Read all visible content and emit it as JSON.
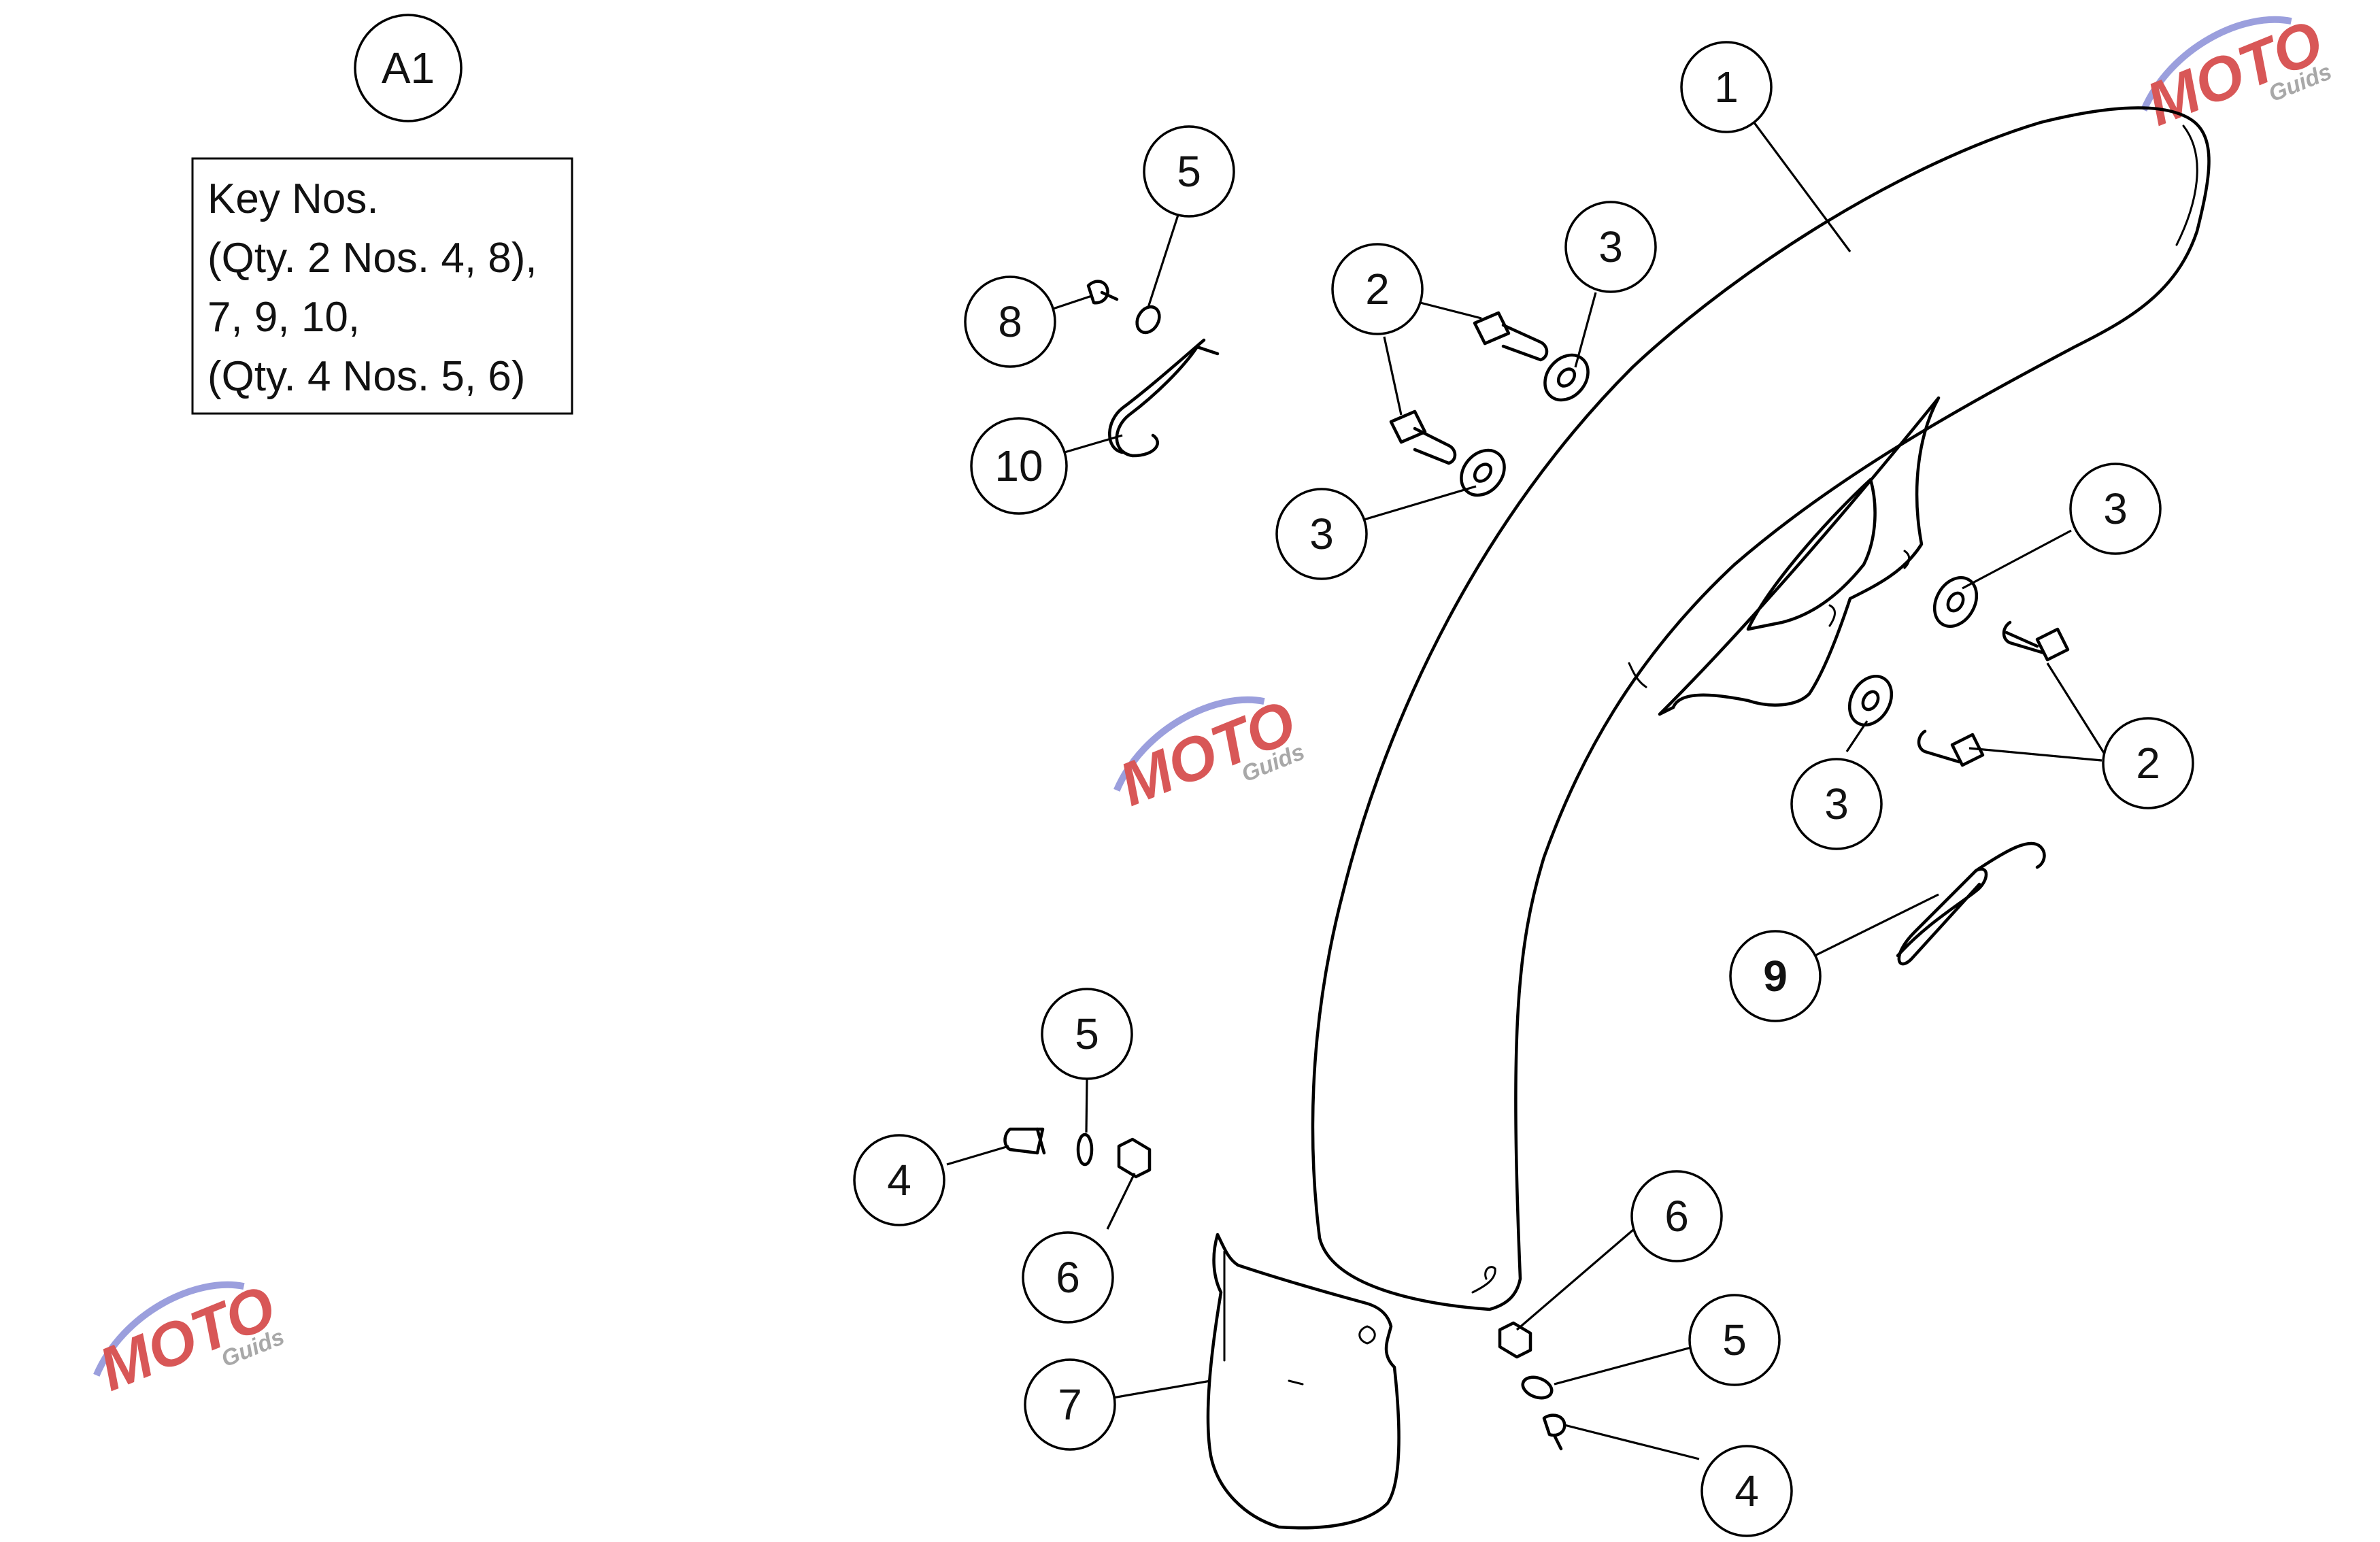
{
  "diagram": {
    "group_label": "A1",
    "key_lines": [
      "Key Nos.",
      "(Qty. 2 Nos. 4, 8),",
      "7, 9, 10,",
      "(Qty. 4 Nos. 5, 6)"
    ],
    "callouts": [
      {
        "id": "c1",
        "label": "1"
      },
      {
        "id": "c2a",
        "label": "2"
      },
      {
        "id": "c3a",
        "label": "3"
      },
      {
        "id": "c3b",
        "label": "3"
      },
      {
        "id": "c5a",
        "label": "5"
      },
      {
        "id": "c8",
        "label": "8"
      },
      {
        "id": "c10",
        "label": "10"
      },
      {
        "id": "c3c",
        "label": "3"
      },
      {
        "id": "c2b",
        "label": "2"
      },
      {
        "id": "c3d",
        "label": "3"
      },
      {
        "id": "c9",
        "label": "9"
      },
      {
        "id": "c5b",
        "label": "5"
      },
      {
        "id": "c4a",
        "label": "4"
      },
      {
        "id": "c6a",
        "label": "6"
      },
      {
        "id": "c7",
        "label": "7"
      },
      {
        "id": "c6b",
        "label": "6"
      },
      {
        "id": "c5c",
        "label": "5"
      },
      {
        "id": "c4b",
        "label": "4"
      }
    ]
  },
  "watermark": {
    "brand_main": "MOTO",
    "brand_sub": "Guids",
    "colors": {
      "red": "#d23a3a",
      "blue": "#8a8fd8",
      "gray": "#9a9a9a"
    }
  }
}
